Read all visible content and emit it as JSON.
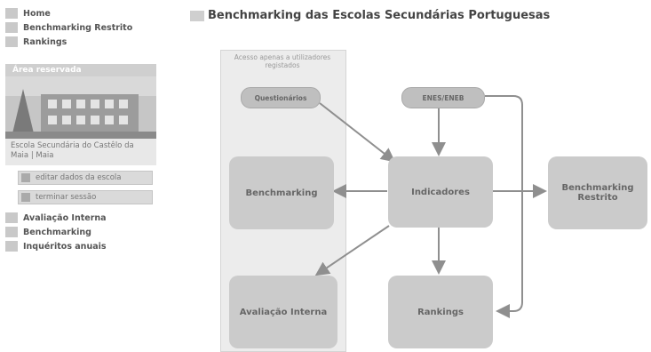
{
  "sidebar": {
    "nav_top": [
      {
        "label": "Home"
      },
      {
        "label": "Benchmarking Restrito"
      },
      {
        "label": "Rankings"
      }
    ],
    "reserved_header": "Área reservada",
    "school_caption": "Escola Secundária do Castêlo da Maia | Maia",
    "buttons": [
      {
        "label": "editar dados da escola"
      },
      {
        "label": "terminar sessão"
      }
    ],
    "nav_bottom": [
      {
        "label": "Avaliação Interna"
      },
      {
        "label": "Benchmarking"
      },
      {
        "label": "Inquéritos anuais"
      }
    ]
  },
  "main": {
    "title": "Benchmarking das Escolas Secundárias Portuguesas",
    "restricted_note": "Acesso apenas a utilizadores registados",
    "nodes": {
      "questionarios": "Questionários",
      "enes_eneb": "ENES/ENEB",
      "benchmarking": "Benchmarking",
      "indicadores": "Indicadores",
      "benchmarking_restrito": "Benchmarking Restrito",
      "avaliacao_interna": "Avaliação Interna",
      "rankings": "Rankings"
    }
  },
  "colors": {
    "arrow": "#8f8f8f",
    "box": "#cbcbcb",
    "panel": "#ececec"
  }
}
